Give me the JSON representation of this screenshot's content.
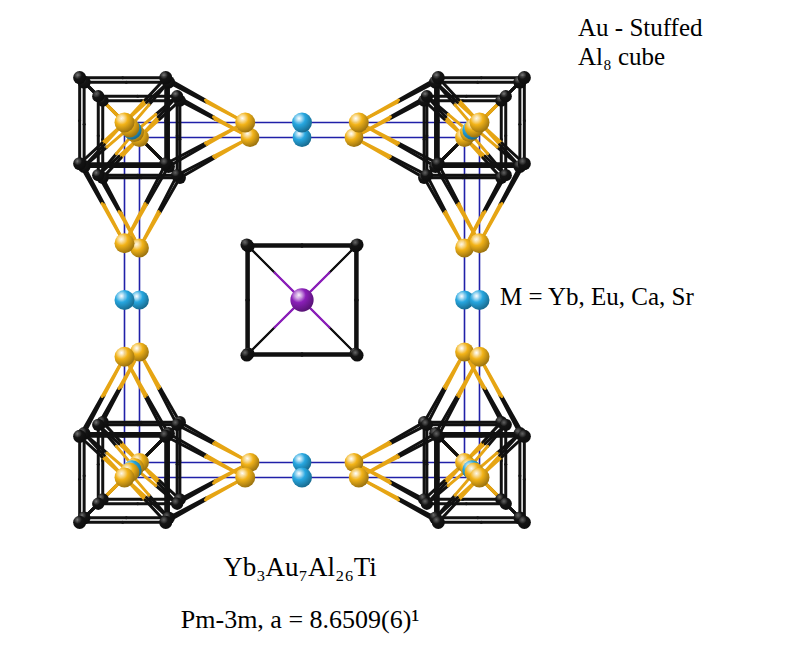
{
  "diagram": {
    "labels": [
      "Au - Stuffed Al₈ cube",
      "M = Yb, Eu, Ca, Sr",
      "Yb₃Au₇Al₂₆Ti",
      "Pm-3m, a = 8.6509(6)¹"
    ]
  }
}
